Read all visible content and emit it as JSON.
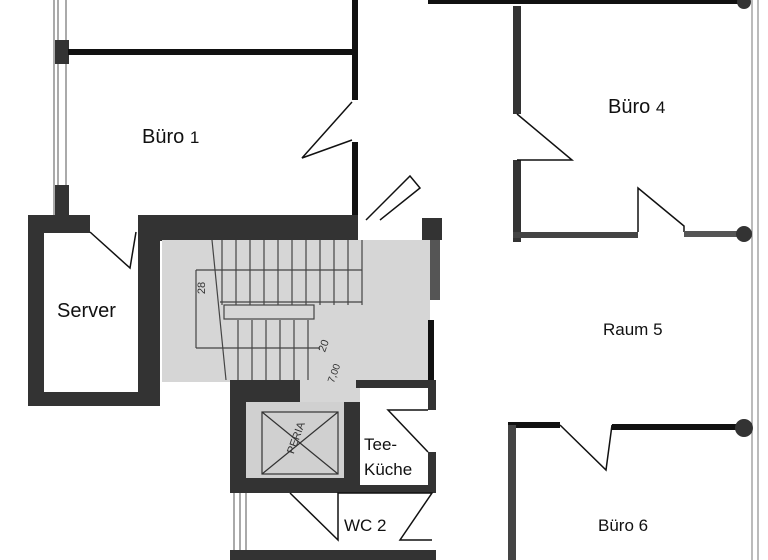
{
  "colors": {
    "wall": "#333333",
    "thin_wall": "#111111",
    "stair_fill": "#d6d6d6",
    "background": "#ffffff"
  },
  "rooms": {
    "buero1": {
      "name": "Büro",
      "number": "1"
    },
    "buero4": {
      "name": "Büro",
      "number": "4"
    },
    "server": {
      "name": "Server"
    },
    "raum5": {
      "name": "Raum 5"
    },
    "tee_kueche": {
      "line1": "Tee-",
      "line2": "Küche"
    },
    "wc2": {
      "name": "WC 2"
    },
    "buero6": {
      "name": "Büro 6"
    }
  },
  "sketch_annotations": [
    "28",
    "20",
    "7,00",
    "PERIA"
  ]
}
